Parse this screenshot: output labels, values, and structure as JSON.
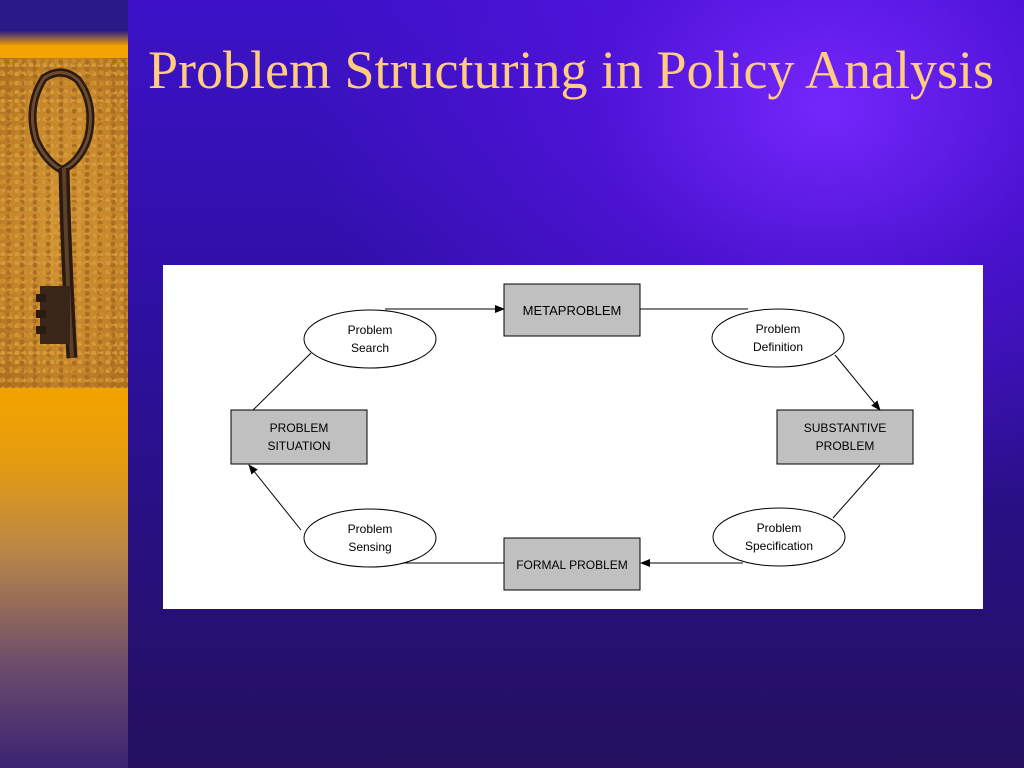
{
  "slide": {
    "title": "Problem Structuring in Policy Analysis"
  },
  "diagram": {
    "boxes": {
      "metaproblem": "METAPROBLEM",
      "problem_situation": [
        "PROBLEM",
        "SITUATION"
      ],
      "substantive_problem": [
        "SUBSTANTIVE",
        "PROBLEM"
      ],
      "formal_problem": "FORMAL PROBLEM"
    },
    "processes": {
      "search": [
        "Problem",
        "Search"
      ],
      "definition": [
        "Problem",
        "Definition"
      ],
      "specification": [
        "Problem",
        "Specification"
      ],
      "sensing": [
        "Problem",
        "Sensing"
      ]
    }
  },
  "colors": {
    "title": "#ffcc80",
    "box_fill": "#c0c0c0",
    "ellipse_fill": "#ffffff",
    "line": "#000000"
  },
  "icons": {
    "side_image": "key-image"
  }
}
